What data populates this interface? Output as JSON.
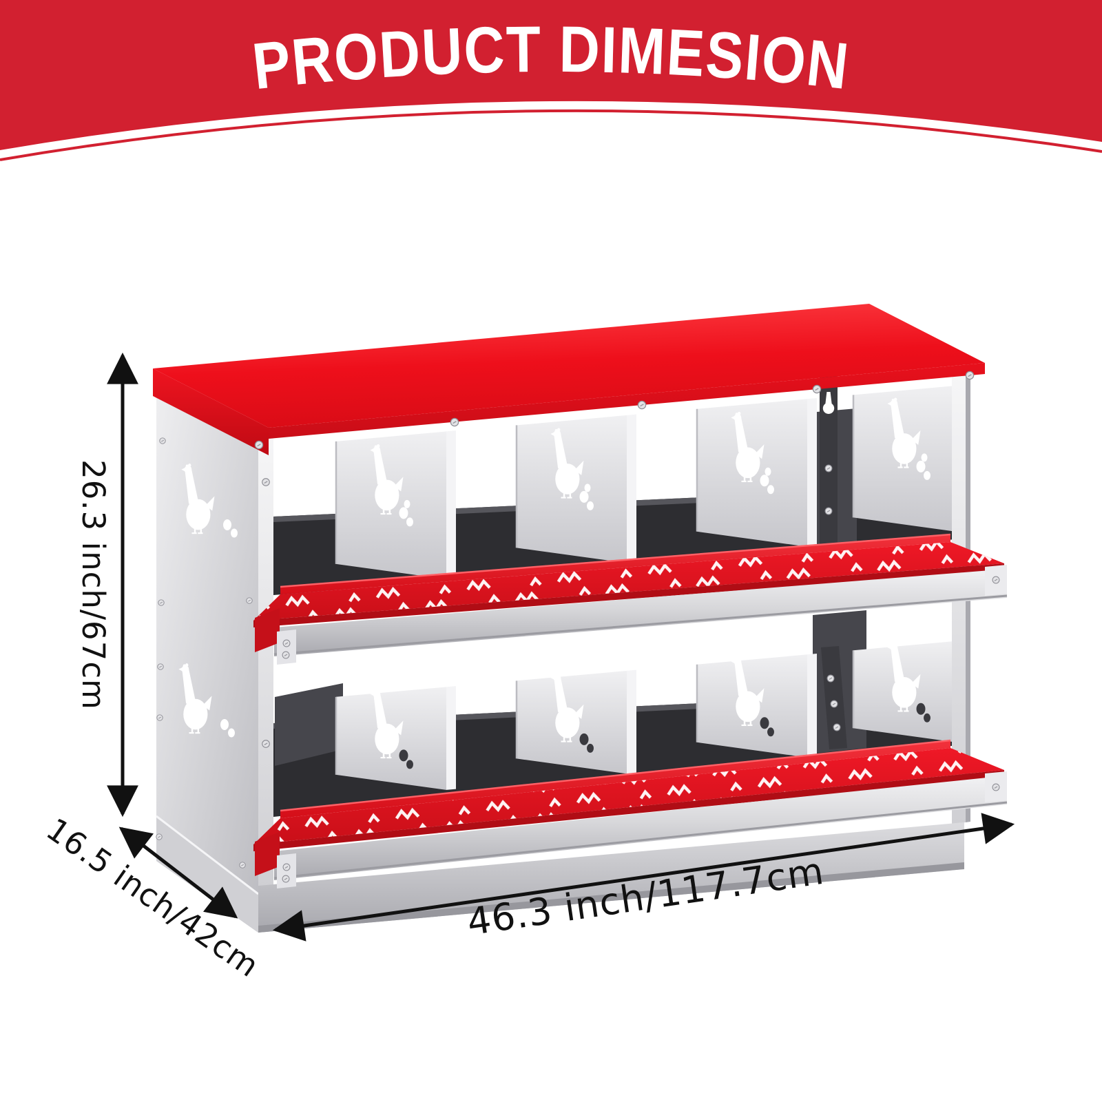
{
  "header": {
    "title": "PRODUCT DIMESION"
  },
  "annotations": {
    "height_label": "26.3 inch/67cm",
    "depth_label": "16.5 inch/42cm",
    "width_label": "46.3 inch/117.7cm"
  },
  "product": {
    "type": "chicken nesting box",
    "rows": 2,
    "compartments_per_row": 4
  },
  "colors": {
    "banner_red": "#d22030",
    "roof_red": "#ee0f1b",
    "roof_red_light": "#ff4348",
    "rail_red": "#e31020",
    "rail_red_deep": "#b00d15",
    "rail_lip_red": "#f2323c",
    "silver_light": "#f2f2f4",
    "silver": "#d7d7da",
    "silver_dark": "#b3b3b8",
    "interior_dark": "#2d2d31",
    "interior_mid": "#56565c",
    "hanger_dark": "#3a3a3f",
    "cutout_white": "#ffffff",
    "annotation_black": "#111111"
  }
}
